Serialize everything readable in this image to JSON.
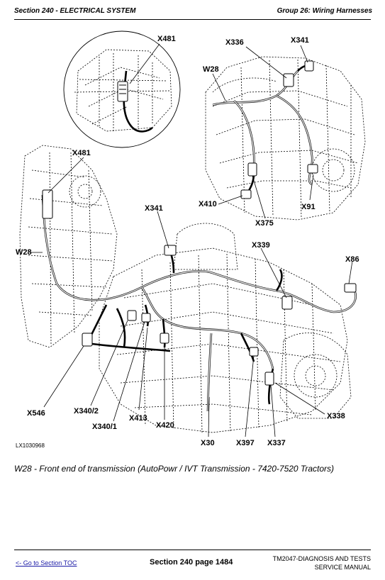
{
  "header": {
    "section": "Section 240 - ELECTRICAL SYSTEM",
    "group": "Group 26: Wiring Harnesses"
  },
  "figure": {
    "id": "LX1030968",
    "labels": {
      "x481_top": "X481",
      "x336": "X336",
      "x341_top": "X341",
      "w28_top": "W28",
      "x481_left": "X481",
      "x410": "X410",
      "x91": "X91",
      "x375": "X375",
      "x341_mid": "X341",
      "w28_left": "W28",
      "x339": "X339",
      "x86": "X86",
      "x546": "X546",
      "x340_2": "X340/2",
      "x340_1": "X340/1",
      "x413": "X413",
      "x420": "X420",
      "x30": "X30",
      "x397": "X397",
      "x337": "X337",
      "x338": "X338"
    }
  },
  "caption": "W28 - Front end of transmission (AutoPowr / IVT Transmission - 7420-7520 Tractors)",
  "footer": {
    "link": "<- Go to Section TOC",
    "page": "Section 240 page 1484",
    "manual_line1": "TM2047-DIAGNOSIS AND TESTS",
    "manual_line2": "SERVICE MANUAL"
  }
}
